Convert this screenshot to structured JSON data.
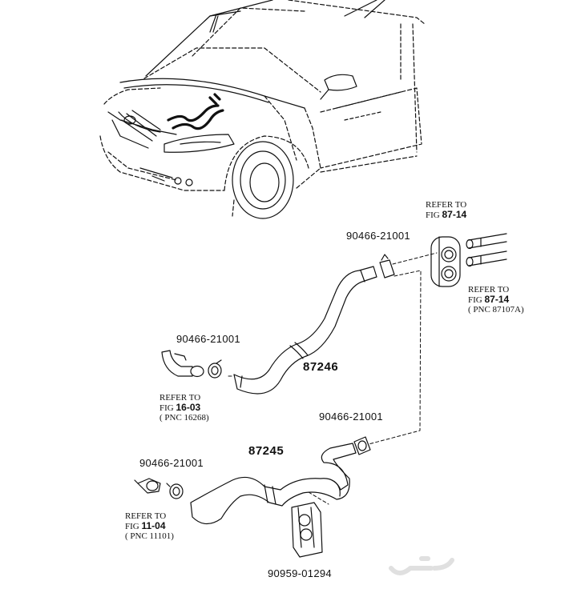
{
  "labels": {
    "ref_top_a": "REFER TO",
    "ref_top_b_pre": "FIG",
    "ref_top_b_num": "87-14",
    "clamp_top": "90466-21001",
    "ref_right_a": "REFER TO",
    "ref_right_b_pre": "FIG",
    "ref_right_b_num": "87-14",
    "ref_right_c": "( PNC 87107A)",
    "clamp_left_mid": "90466-21001",
    "hose_87246": "87246",
    "ref_mid_a": "REFER TO",
    "ref_mid_b_pre": "FIG",
    "ref_mid_b_num": "16-03",
    "ref_mid_c": "( PNC 16268)",
    "clamp_right_low": "90466-21001",
    "hose_87245": "87245",
    "clamp_left_low": "90466-21001",
    "ref_low_a": "REFER TO",
    "ref_low_b_pre": "FIG",
    "ref_low_b_num": "11-04",
    "ref_low_c": "( PNC 11101)",
    "clip_part": "90959-01294"
  },
  "watermark": {
    "text": "حراج"
  },
  "colors": {
    "line": "#111111",
    "hose_fill": "#ffffff",
    "watermark": "#e2e2e2"
  }
}
